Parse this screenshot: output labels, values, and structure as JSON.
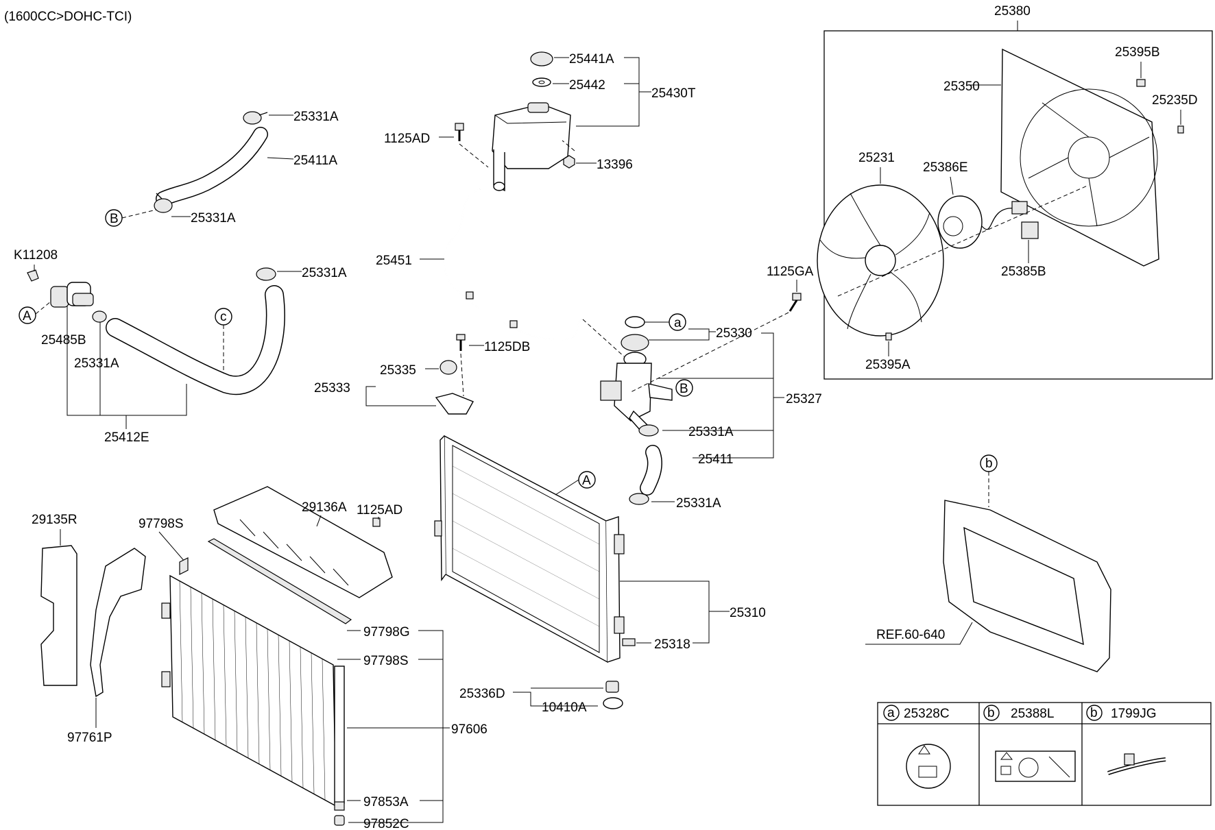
{
  "header": {
    "engine_note": "(1600CC>DOHC-TCI)"
  },
  "callouts": {
    "A": "A",
    "B": "B",
    "c": "c",
    "a": "a",
    "b": "b"
  },
  "labels": {
    "p25331A_top": "25331A",
    "p25411A": "25411A",
    "p25331A_b": "25331A",
    "pK11208": "K11208",
    "p25331A_mid": "25331A",
    "p25485B": "25485B",
    "p25331A_left": "25331A",
    "p25412E": "25412E",
    "p25441A": "25441A",
    "p25442": "25442",
    "p25430T": "25430T",
    "p1125AD_top": "1125AD",
    "p13396": "13396",
    "p25451": "25451",
    "p1125DB": "1125DB",
    "p25335": "25335",
    "p25333": "25333",
    "p25330": "25330",
    "p25327": "25327",
    "p25331A_r1": "25331A",
    "p25411": "25411",
    "p25331A_r2": "25331A",
    "p1125GA": "1125GA",
    "p25310": "25310",
    "p25318": "25318",
    "p25336D": "25336D",
    "p10410A": "10410A",
    "p29135R": "29135R",
    "p29136A": "29136A",
    "p1125AD_low": "1125AD",
    "p97798S_top": "97798S",
    "p97761P": "97761P",
    "p97798G": "97798G",
    "p97798S_mid": "97798S",
    "p97606": "97606",
    "p97853A": "97853A",
    "p97852C": "97852C",
    "p25380": "25380",
    "p25395B": "25395B",
    "p25350": "25350",
    "p25235D": "25235D",
    "p25231": "25231",
    "p25386E": "25386E",
    "p25385B": "25385B",
    "p25395A": "25395A",
    "ref": "REF.60-640"
  },
  "legend_table": {
    "headers": [
      {
        "callout": "a",
        "part": "25328C"
      },
      {
        "callout": "b",
        "part": "25388L"
      },
      {
        "callout": "b",
        "part": "1799JG"
      }
    ]
  }
}
